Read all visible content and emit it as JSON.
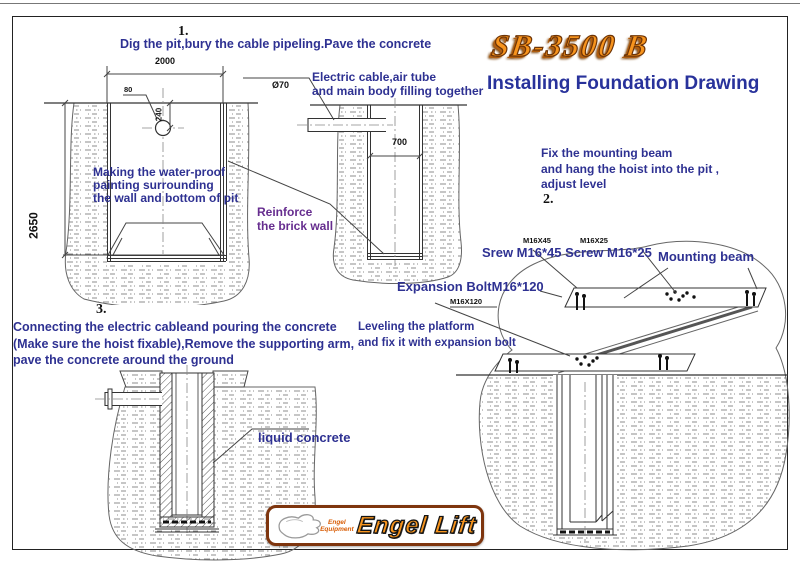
{
  "header": {
    "model": "SB-3500 B",
    "title": "Installing Foundation Drawing"
  },
  "steps": {
    "one": {
      "num": "1.",
      "text": "Dig the pit,bury the cable pipeling.Pave the concrete"
    },
    "two": {
      "num": "2.",
      "text": "Fix the mounting beam\nand hang the hoist into the pit ,\nadjust level"
    },
    "three": {
      "num": "3.",
      "text": "Connecting the electric cableand pouring the concrete\n(Make sure the hoist fixable),Remove the supporting arm,\npave the concrete around the ground"
    }
  },
  "labels": {
    "waterproof": "Making the water-proof\npainting surrounding\nthe wall and bottom of pit",
    "electric": "Electric cable,air tube\nand main body filling together",
    "reinforce": "Reinforce\nthe brick wall",
    "screws": "Srew M16*45 Screw M16*25",
    "mounting_beam": "Mounting beam",
    "expansion_bolt": "Expansion BoltM16*120",
    "leveling": "Leveling the platform\nand fix it with expansion bolt",
    "liquid": "liquid concrete"
  },
  "dimensions": {
    "d2000": "2000",
    "d2650": "2650",
    "d240": "240",
    "d80": "80",
    "d70": "Ø70",
    "d700": "700",
    "m16x45": "M16X45",
    "m16x25": "M16X25",
    "m16x120": "M16X120"
  },
  "logo": {
    "brand": "Engel Lift",
    "sub_line1": "Engel",
    "sub_line2": "Equipment"
  },
  "colors": {
    "navy": "#2e3192",
    "purple": "#662d8f",
    "orange": "#f7941d",
    "logo_border": "#7e350e",
    "line": "#3a3a3a"
  }
}
